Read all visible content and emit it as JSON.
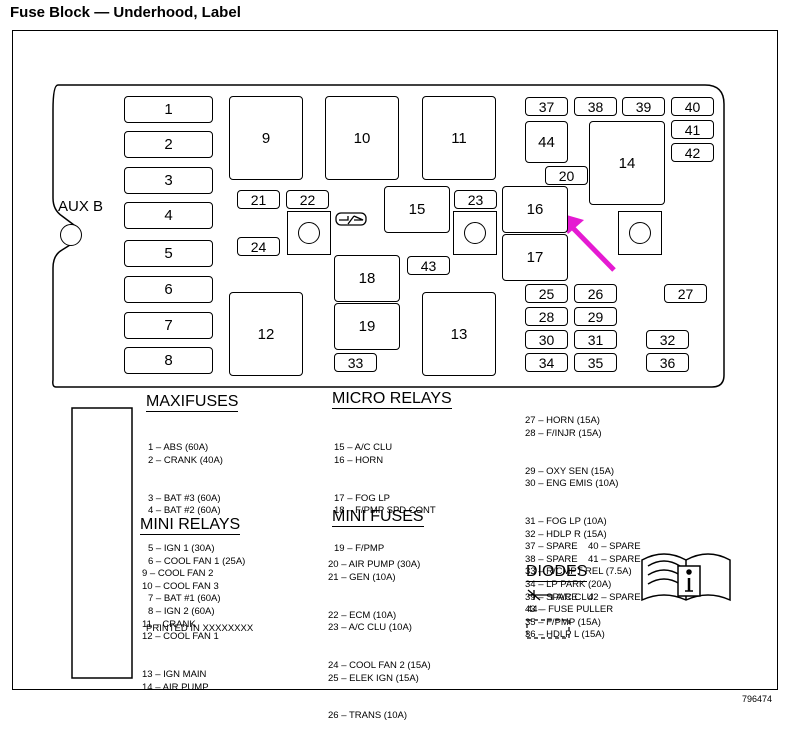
{
  "title": "Fuse Block — Underhood, Label",
  "figure_id": "796474",
  "aux_label": "AUX B",
  "slots": {
    "f1": "1",
    "f2": "2",
    "f3": "3",
    "f4": "4",
    "f5": "5",
    "f6": "6",
    "f7": "7",
    "f8": "8",
    "r9": "9",
    "r10": "10",
    "r11": "11",
    "r12": "12",
    "r13": "13",
    "r14": "14",
    "r15": "15",
    "r16": "16",
    "r17": "17",
    "r18": "18",
    "r19": "19",
    "f20": "20",
    "f21": "21",
    "f22": "22",
    "f23": "23",
    "f24": "24",
    "f25": "25",
    "f26": "26",
    "f27": "27",
    "f28": "28",
    "f29": "29",
    "f30": "30",
    "f31": "31",
    "f32": "32",
    "f33": "33",
    "f34": "34",
    "f35": "35",
    "f36": "36",
    "f37": "37",
    "f38": "38",
    "f39": "39",
    "f40": "40",
    "f41": "41",
    "f42": "42",
    "f43": "43",
    "f44": "44"
  },
  "maxifuses": {
    "heading": "MAXIFUSES",
    "items": [
      "1 – ABS (60A)",
      "2 – CRANK (40A)",
      "3 – BAT #3 (60A)",
      "4 – BAT #2 (60A)",
      "5 – IGN 1 (30A)",
      "6 – COOL FAN 1 (25A)",
      "7 – BAT #1 (60A)",
      "8 – IGN 2 (60A)"
    ]
  },
  "mini_relays": {
    "heading": "MINI RELAYS",
    "items": [
      "9 – COOL FAN 2",
      "10 – COOL FAN 3",
      "11 – CRANK",
      "12 – COOL FAN 1",
      "13 – IGN MAIN",
      "14 – AIR PUMP"
    ]
  },
  "printed_in": "PRINTED IN XXXXXXXX",
  "micro_relays": {
    "heading": "MICRO RELAYS",
    "items": [
      "15 – A/C CLU",
      "16 – HORN",
      "17 – FOG LP",
      "18 – F/PMP SPD CONT",
      "19 – F/PMP"
    ]
  },
  "mini_fuses": {
    "heading": "MINI FUSES",
    "items": [
      "20 – AIR PUMP (30A)",
      "21 – GEN (10A)",
      "22 – ECM (10A)",
      "23 – A/C CLU (10A)",
      "24 – COOL FAN 2 (15A)",
      "25 – ELEK IGN (15A)",
      "26 – TRANS (10A)"
    ]
  },
  "right_list": {
    "items": [
      "27 – HORN (15A)",
      "28 – F/INJR (15A)",
      "29 – OXY SEN (15A)",
      "30 – ENG EMIS (10A)",
      "31 – FOG LP (10A)",
      "32 – HDLP R (15A)",
      "33 – R/CMPT REL (7.5A)",
      "34 – LP PARK (20A)",
      "35 – F/PMP (15A)",
      "36 – HDLP L (15A)"
    ],
    "spares": [
      [
        "37 – SPARE",
        "40 – SPARE"
      ],
      [
        "38 – SPARE",
        "41 – SPARE"
      ],
      [
        "39 – SPARE",
        "42 – SPARE"
      ]
    ],
    "last": "43 –"
  },
  "diodes": {
    "heading": "DIODES",
    "diode_label": "A/C CLU",
    "puller": "44 – FUSE PULLER"
  },
  "colors": {
    "arrow": "#e51ad2",
    "line": "#000000"
  }
}
